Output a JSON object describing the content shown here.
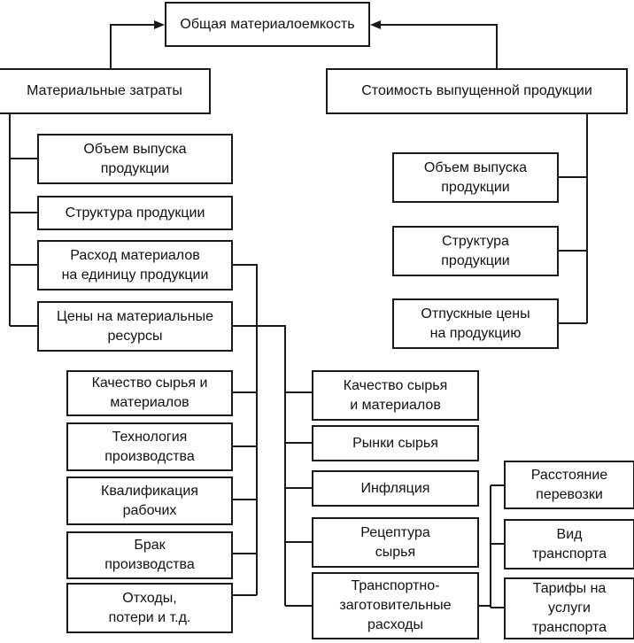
{
  "diagram": {
    "root": "Общая материалоемкость",
    "left_branch": {
      "title": "Материальные затраты",
      "items": [
        "Объем выпуска\nпродукции",
        "Структура продукции",
        "Расход материалов\nна единицу продукции",
        "Цены на материальные\nресурсы"
      ],
      "consumption_factors": [
        "Качество сырья и\nматериалов",
        "Технология\nпроизводства",
        "Квалификация\nрабочих",
        "Брак\nпроизводства",
        "Отходы,\nпотери и т.д."
      ],
      "price_factors": [
        "Качество сырья\nи материалов",
        "Рынки сырья",
        "Инфляция",
        "Рецептура\nсырья",
        "Транспортно-\nзаготовительные\nрасходы"
      ],
      "transport_factors": [
        "Расстояние\nперевозки",
        "Вид\nтранспорта",
        "Тарифы на\nуслуги\nтранспорта"
      ]
    },
    "right_branch": {
      "title": "Стоимость выпущенной продукции",
      "items": [
        "Объем выпуска\nпродукции",
        "Структура\nпродукции",
        "Отпускные цены\nна продукцию"
      ]
    }
  }
}
